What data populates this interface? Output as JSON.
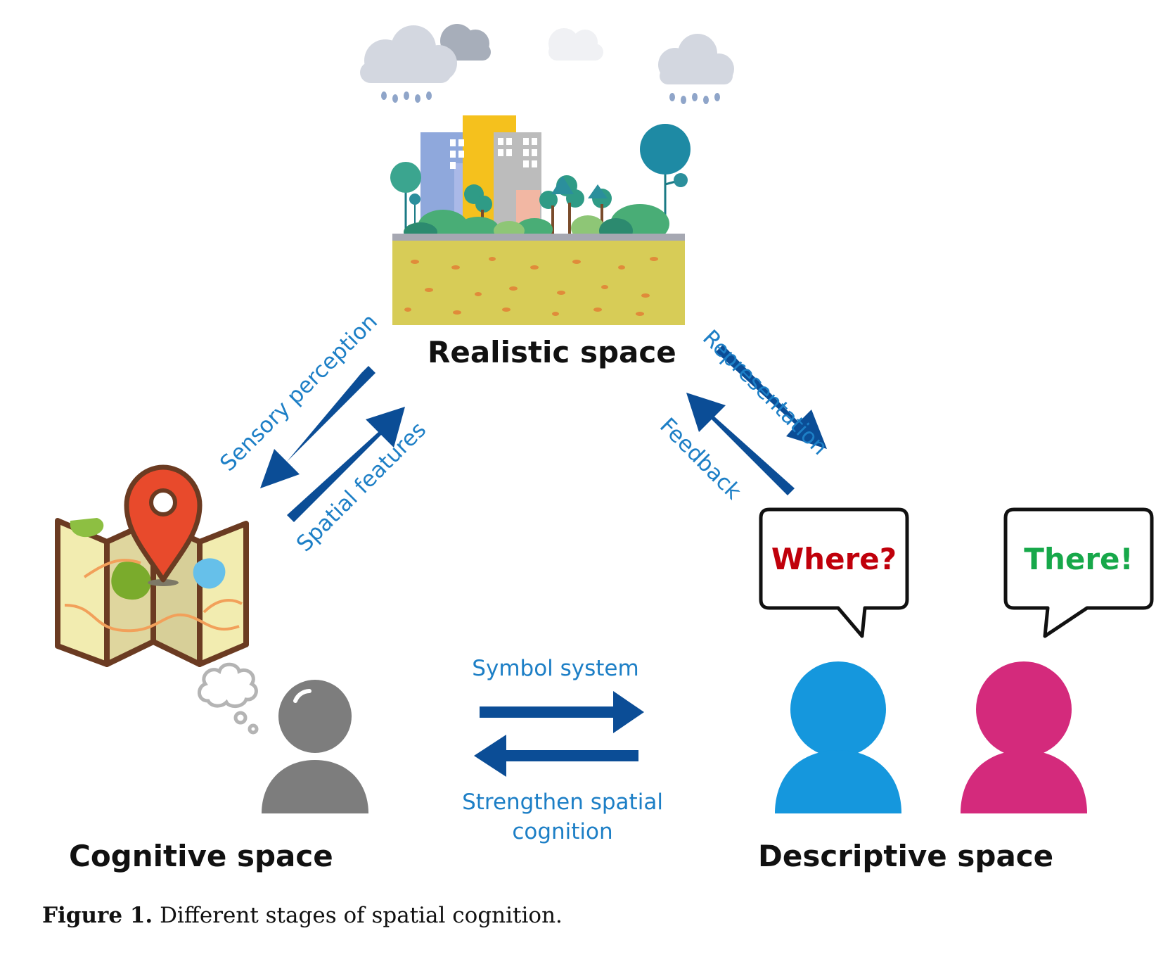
{
  "colors": {
    "arrow": "#0b4d96",
    "edge_text": "#1d7fc6",
    "where": "#c0000b",
    "there": "#17a84a",
    "person_blue": "#1597dd",
    "person_magenta": "#d42a7c",
    "person_gray": "#7d7d7d",
    "ground": "#d7cc57"
  },
  "nodes": {
    "realistic": "Realistic space",
    "cognitive": "Cognitive space",
    "descriptive": "Descriptive space"
  },
  "edges": {
    "sensory_perception": "Sensory perception",
    "spatial_features": "Spatial features",
    "representation": "Representation",
    "feedback": "Feedback",
    "symbol_system": "Symbol system",
    "strengthen_line1": "Strengthen spatial",
    "strengthen_line2": "cognition"
  },
  "bubbles": {
    "where": "Where?",
    "there": "There!"
  },
  "icons": [
    "cloud-icon",
    "city-icon",
    "map-pin-icon",
    "map-icon",
    "thought-bubble-icon",
    "person-icon",
    "speech-bubble-icon"
  ],
  "caption": {
    "label": "Figure 1.",
    "text": " Different stages of spatial cognition."
  }
}
